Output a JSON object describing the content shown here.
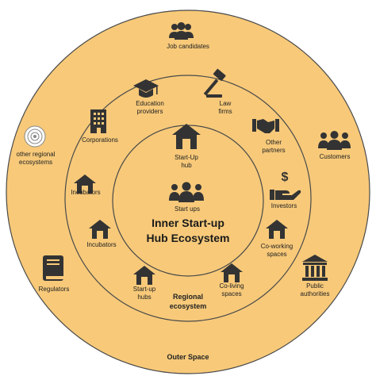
{
  "colors": {
    "fill": "#f7c979",
    "stroke": "#4a4a4a",
    "icon": "#333333"
  },
  "inner": {
    "hub": "Start-Up hub",
    "startups": "Start ups",
    "title_line1": "Inner Start-up",
    "title_line2": "Hub Ecosystem"
  },
  "regional": {
    "education": "Education providers",
    "law": "Law firms",
    "partners": "Other partners",
    "investors": "Investors",
    "coworking": "Co-working spaces",
    "coliving": "Co-living spaces",
    "title_line1": "Regional",
    "title_line2": "ecosystem",
    "startup_hubs": "Start-up hubs",
    "incubators": "Incubators",
    "incubators2": "Incubators",
    "corporations": "Corporations"
  },
  "outer": {
    "job": "Job candidates",
    "customers": "Customers",
    "public": "Public authorities",
    "regulators": "Regulators",
    "other_regional": "other regional ecosystems",
    "title": "Outer Space"
  }
}
